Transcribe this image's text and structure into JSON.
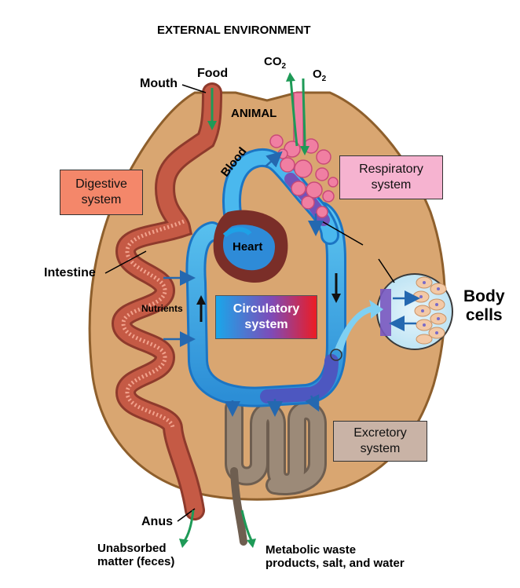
{
  "title": "EXTERNAL ENVIRONMENT",
  "animal_label": "ANIMAL",
  "labels": {
    "food": "Food",
    "mouth": "Mouth",
    "co2": "CO",
    "co2_sub": "2",
    "o2": "O",
    "o2_sub": "2",
    "blood": "Blood",
    "heart": "Heart",
    "intestine": "Intestine",
    "nutrients": "Nutrients",
    "body_cells_line1": "Body",
    "body_cells_line2": "cells",
    "anus": "Anus",
    "unabsorbed_line1": "Unabsorbed",
    "unabsorbed_line2": "matter (feces)",
    "waste_line1": "Metabolic waste",
    "waste_line2": "products, salt, and water"
  },
  "systems": {
    "digestive": {
      "line1": "Digestive",
      "line2": "system",
      "color": "#F4876A"
    },
    "respiratory": {
      "line1": "Respiratory",
      "line2": "system",
      "color": "#F6B3D0"
    },
    "circulatory": {
      "line1": "Circulatory",
      "line2": "system",
      "color_start": "#1FA3E6",
      "color_end": "#E8202A"
    },
    "excretory": {
      "line1": "Excretory",
      "line2": "system",
      "color": "#C9B3A6"
    }
  },
  "colors": {
    "animal_body": "#D9A671",
    "animal_outline": "#8E5F2C",
    "digestive_tract": "#C55A45",
    "respiratory_organ": "#F07FA2",
    "excretory_tube": "#8C7A6A",
    "arrow_green": "#1E9A57",
    "arrow_blue": "#2468B0"
  }
}
